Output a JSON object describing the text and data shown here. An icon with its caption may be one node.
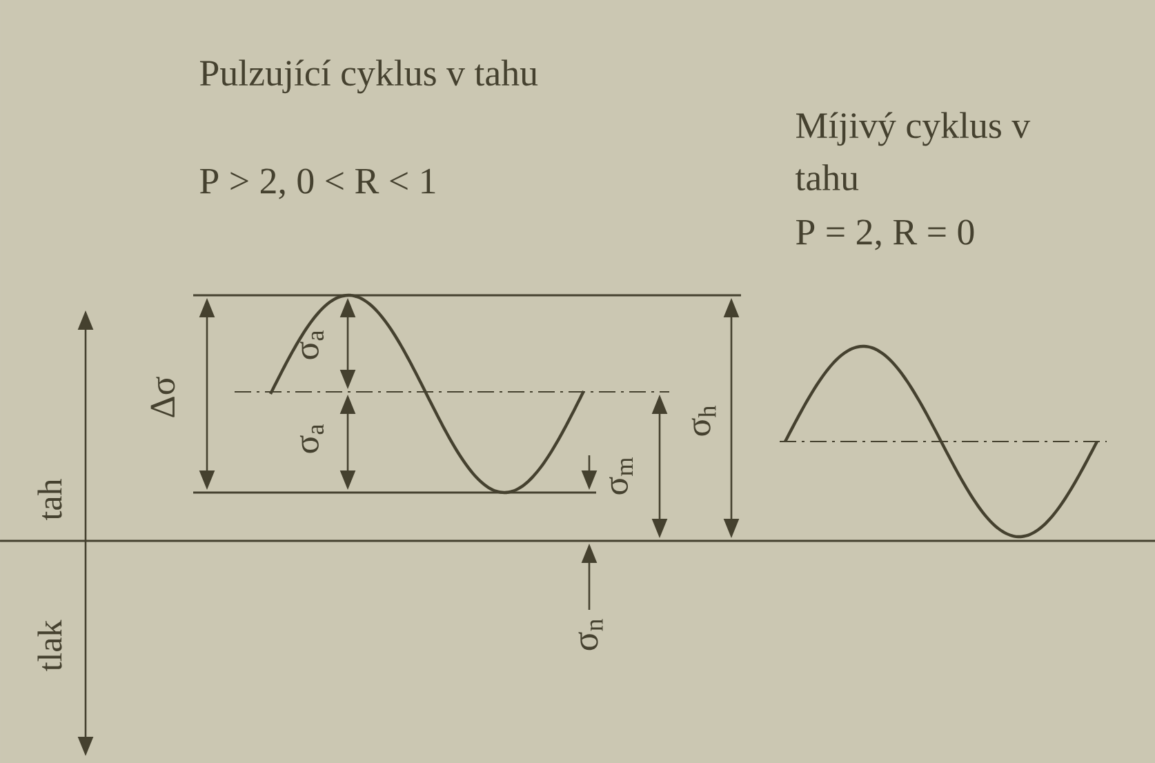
{
  "diagram": {
    "labels": [
      "Pulzující cyklus v tahu",
      "P > 2, 0 < R < 1",
      "Míjivý cyklus v tahu",
      "P = 2, R = 0",
      "Δσ",
      "σ$_{a}$",
      "σ$_{a}$",
      "σ$_{m}$",
      "σ$_{h}$",
      "tah",
      "tlak",
      "σ$_{n}$"
    ]
  }
}
